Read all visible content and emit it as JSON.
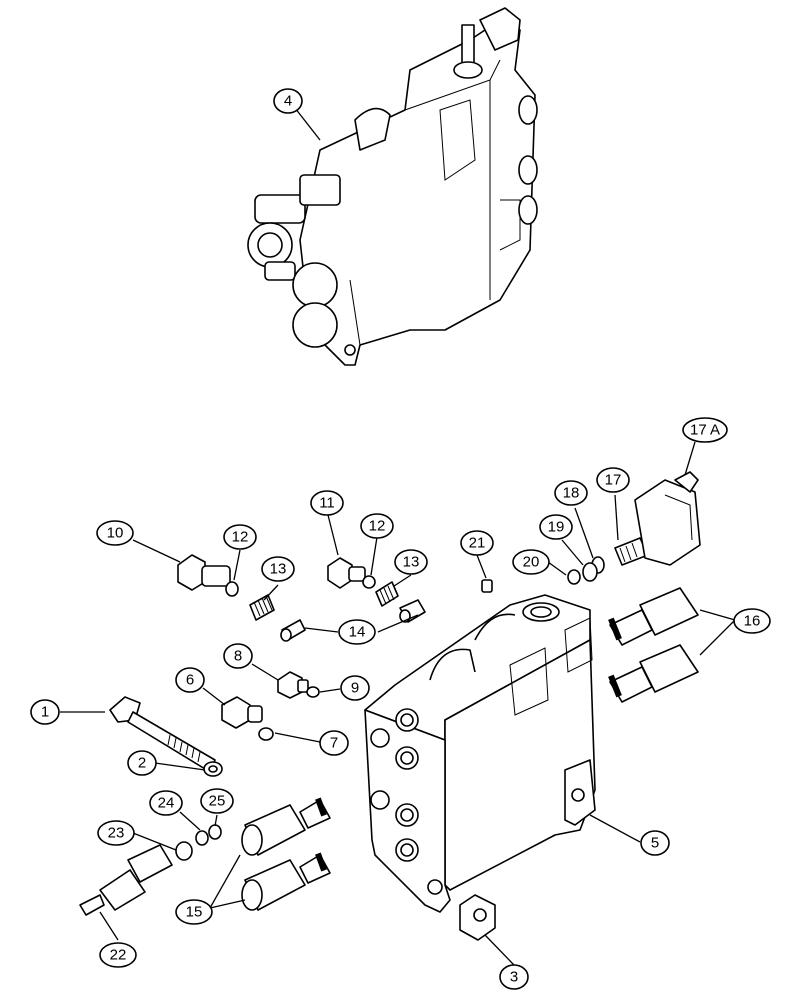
{
  "diagram": {
    "callouts": [
      {
        "id": "c1",
        "label": "1"
      },
      {
        "id": "c2",
        "label": "2"
      },
      {
        "id": "c3",
        "label": "3"
      },
      {
        "id": "c4",
        "label": "4"
      },
      {
        "id": "c5",
        "label": "5"
      },
      {
        "id": "c6",
        "label": "6"
      },
      {
        "id": "c7",
        "label": "7"
      },
      {
        "id": "c8",
        "label": "8"
      },
      {
        "id": "c9",
        "label": "9"
      },
      {
        "id": "c10",
        "label": "10"
      },
      {
        "id": "c11",
        "label": "11"
      },
      {
        "id": "c12a",
        "label": "12"
      },
      {
        "id": "c12b",
        "label": "12"
      },
      {
        "id": "c13a",
        "label": "13"
      },
      {
        "id": "c13b",
        "label": "13"
      },
      {
        "id": "c14",
        "label": "14"
      },
      {
        "id": "c15",
        "label": "15"
      },
      {
        "id": "c16",
        "label": "16"
      },
      {
        "id": "c17",
        "label": "17"
      },
      {
        "id": "c17a",
        "label": "17 A"
      },
      {
        "id": "c18",
        "label": "18"
      },
      {
        "id": "c19",
        "label": "19"
      },
      {
        "id": "c20",
        "label": "20"
      },
      {
        "id": "c21",
        "label": "21"
      },
      {
        "id": "c22",
        "label": "22"
      },
      {
        "id": "c23",
        "label": "23"
      },
      {
        "id": "c24",
        "label": "24"
      },
      {
        "id": "c25",
        "label": "25"
      }
    ]
  }
}
